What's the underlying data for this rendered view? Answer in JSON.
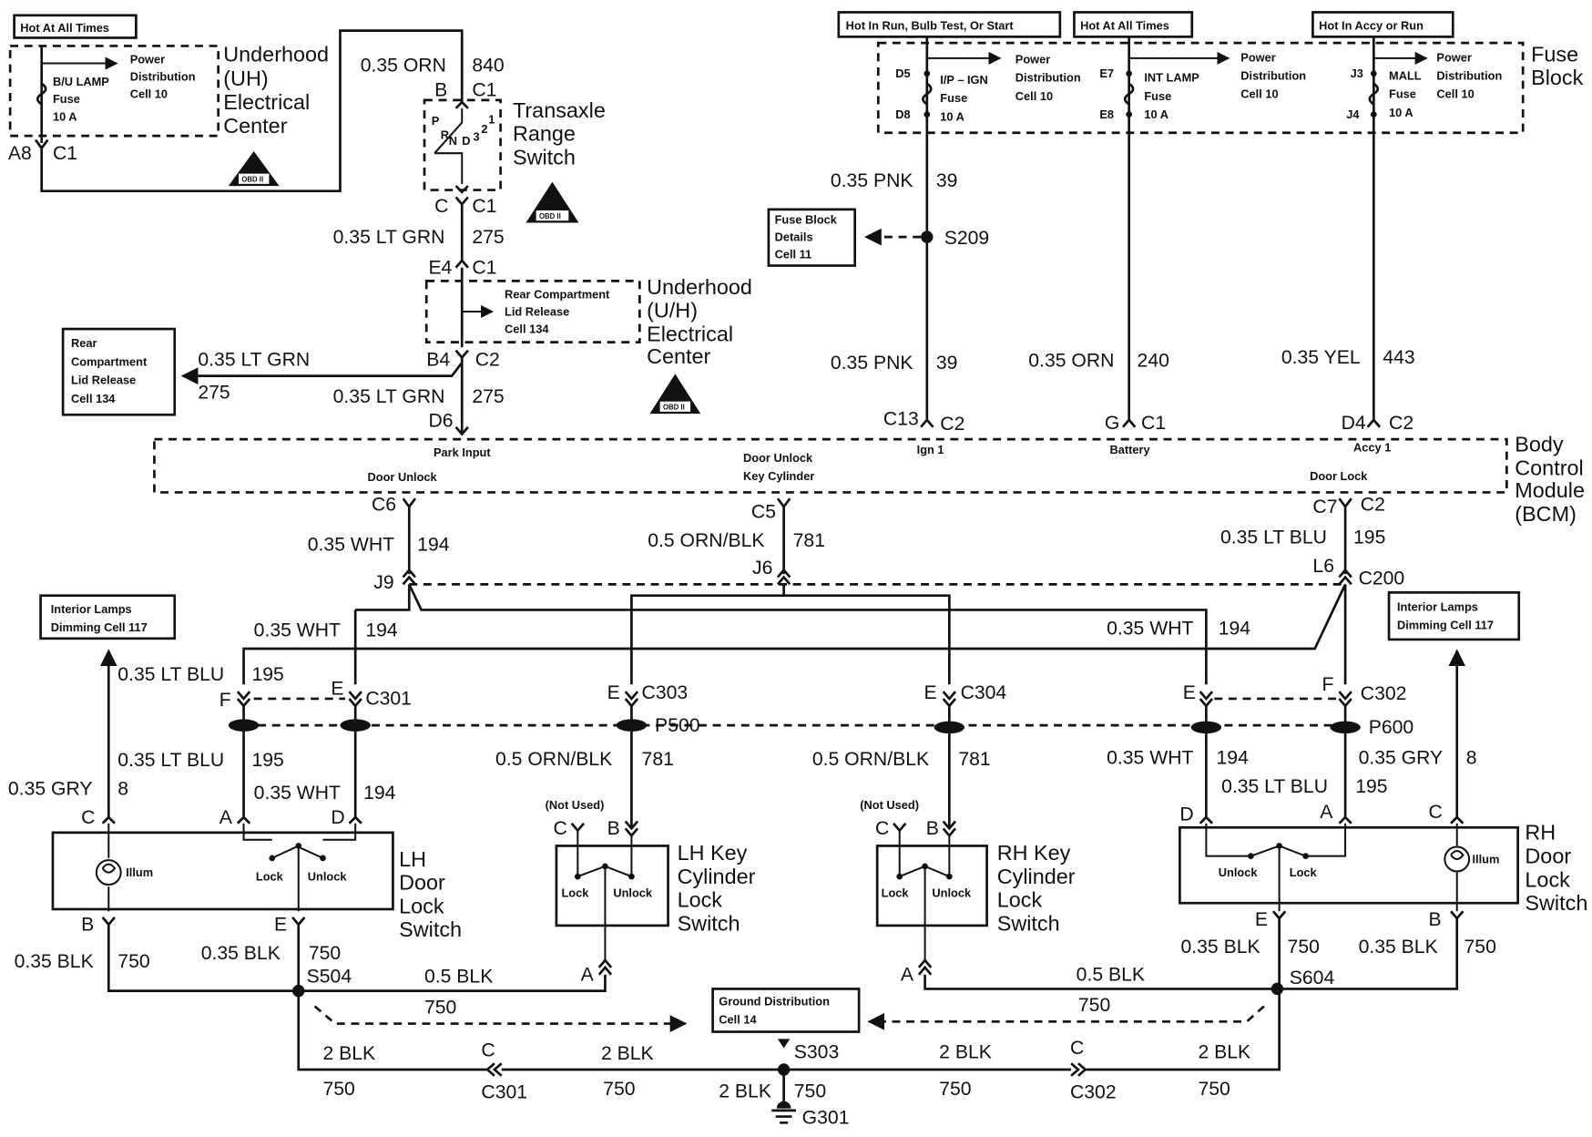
{
  "diagram": {
    "hot_labels": {
      "hot_all_times_left": "Hot At All Times",
      "hot_run": "Hot In Run, Bulb Test, Or Start",
      "hot_all_times_right": "Hot At All Times",
      "hot_accy": "Hot In Accy or Run"
    },
    "uh_center_top": {
      "fuse_name": "B/U LAMP",
      "fuse_word": "Fuse",
      "fuse_rating": "10 A",
      "pd_line1": "Power",
      "pd_line2": "Distribution",
      "pd_line3": "Cell 10",
      "title_line1": "Underhood",
      "title_line2": "(UH)",
      "title_line3": "Electrical",
      "title_line4": "Center",
      "pin": "A8",
      "connector": "C1",
      "obd": "OBD II"
    },
    "transaxle": {
      "title_line1": "Transaxle",
      "title_line2": "Range",
      "title_line3": "Switch",
      "wire": "0.35 ORN",
      "circuit": "840",
      "pin_b": "B",
      "conn_b": "C1",
      "pin_c": "C",
      "conn_c": "C1",
      "gear_p": "P",
      "gear_r": "R",
      "gear_n": "N",
      "gear_d": "D",
      "gear_3": "3",
      "gear_2": "2",
      "gear_1": "1",
      "obd": "OBD II"
    },
    "ltgrn_wires": {
      "wire1": "0.35 LT GRN",
      "circuit1": "275",
      "pin_e4": "E4",
      "conn_e4": "C1",
      "rear_lid_line1": "Rear Compartment",
      "rear_lid_line2": "Lid Release",
      "rear_lid_line3": "Cell 134",
      "uh_title_line1": "Underhood",
      "uh_title_line2": "(U/H)",
      "uh_title_line3": "Electrical",
      "uh_title_line4": "Center",
      "pin_b4": "B4",
      "conn_b4": "C2",
      "wire_left": "0.35 LT GRN",
      "circuit_left": "275",
      "left_box_line1": "Rear",
      "left_box_line2": "Compartment",
      "left_box_line3": "Lid Release",
      "left_box_line4": "Cell 134",
      "wire2": "0.35 LT GRN",
      "circuit2": "275",
      "pin_d6": "D6",
      "obd": "OBD II"
    },
    "fuse_block": {
      "title_line1": "Fuse",
      "title_line2": "Block",
      "f1_pin_top": "D5",
      "f1_pin_bot": "D8",
      "f1_name": "I/P – IGN",
      "f1_word": "Fuse",
      "f1_rating": "10 A",
      "f2_pin_top": "E7",
      "f2_pin_bot": "E8",
      "f2_name": "INT LAMP",
      "f2_word": "Fuse",
      "f2_rating": "10 A",
      "f3_pin_top": "J3",
      "f3_pin_bot": "J4",
      "f3_name": "MALL",
      "f3_word": "Fuse",
      "f3_rating": "10 A",
      "pd_line1": "Power",
      "pd_line2": "Distribution",
      "pd_line3": "Cell 10"
    },
    "bcm_feeds": {
      "pnk_wire1": "0.35 PNK",
      "pnk_circuit1": "39",
      "splice": "S209",
      "fbd_line1": "Fuse Block",
      "fbd_line2": "Details",
      "fbd_line3": "Cell 11",
      "pnk_wire2": "0.35 PNK",
      "pnk_circuit2": "39",
      "orn_wire": "0.35 ORN",
      "orn_circuit": "240",
      "yel_wire": "0.35 YEL",
      "yel_circuit": "443",
      "c13": "C13",
      "c13_conn": "C2",
      "g": "G",
      "g_conn": "C1",
      "d4": "D4",
      "d4_conn": "C2"
    },
    "bcm": {
      "title_line1": "Body",
      "title_line2": "Control",
      "title_line3": "Module",
      "title_line4": "(BCM)",
      "park_input": "Park Input",
      "door_unlock": "Door Unlock",
      "unlock_key_line1": "Door Unlock",
      "unlock_key_line2": "Key Cylinder",
      "ign1": "Ign 1",
      "battery": "Battery",
      "accy1": "Accy 1",
      "door_lock": "Door Lock",
      "c6": "C6",
      "c5": "C5",
      "c7": "C7",
      "c7_conn": "C2"
    },
    "bcm_outputs": {
      "wht_wire": "0.35 WHT",
      "wht_circuit": "194",
      "ornblk_wire": "0.5 ORN/BLK",
      "ornblk_circuit": "781",
      "ltblu_wire": "0.35 LT BLU",
      "ltblu_circuit": "195",
      "j9": "J9",
      "j6": "J6",
      "l6": "L6",
      "c200": "C200",
      "wht_left": "0.35 WHT",
      "wht_left_c": "194",
      "wht_right": "0.35 WHT",
      "wht_right_c": "194"
    },
    "lh_side": {
      "dim_line1": "Interior Lamps",
      "dim_line2": "Dimming Cell 117",
      "ltblu1": "0.35 LT BLU",
      "ltblu1_c": "195",
      "f": "F",
      "e": "E",
      "c301": "C301",
      "ltblu2": "0.35 LT BLU",
      "ltblu2_c": "195",
      "gry": "0.35 GRY",
      "gry_c": "8",
      "wht": "0.35 WHT",
      "wht_c": "194",
      "pin_c": "C",
      "pin_a": "A",
      "pin_d": "D",
      "illum": "Illum",
      "lock": "Lock",
      "unlock": "Unlock",
      "title_line1": "LH",
      "title_line2": "Door",
      "title_line3": "Lock",
      "title_line4": "Switch",
      "pin_b": "B",
      "pin_e": "E",
      "blk1": "0.35 BLK",
      "blk1_c": "750",
      "blk2": "0.35 BLK",
      "blk2_c": "750",
      "s504": "S504"
    },
    "lh_key": {
      "e": "E",
      "c303": "C303",
      "p500": "P500",
      "ornblk": "0.5 ORN/BLK",
      "ornblk_c": "781",
      "not_used": "(Not Used)",
      "pin_c": "C",
      "pin_b": "B",
      "lock": "Lock",
      "unlock": "Unlock",
      "title_line1": "LH Key",
      "title_line2": "Cylinder",
      "title_line3": "Lock",
      "title_line4": "Switch",
      "pin_a": "A",
      "blk": "0.5 BLK",
      "blk_c": "750"
    },
    "rh_key": {
      "e": "E",
      "c304": "C304",
      "ornblk": "0.5 ORN/BLK",
      "ornblk_c": "781",
      "not_used": "(Not Used)",
      "pin_c": "C",
      "pin_b": "B",
      "lock": "Lock",
      "unlock": "Unlock",
      "title_line1": "RH Key",
      "title_line2": "Cylinder",
      "title_line3": "Lock",
      "title_line4": "Switch",
      "pin_a": "A",
      "blk": "0.5 BLK",
      "blk_c": "750"
    },
    "rh_side": {
      "dim_line1": "Interior Lamps",
      "dim_line2": "Dimming Cell 117",
      "e": "E",
      "f": "F",
      "c302": "C302",
      "p600": "P600",
      "wht": "0.35 WHT",
      "wht_c": "194",
      "ltblu": "0.35 LT BLU",
      "ltblu_c": "195",
      "gry": "0.35 GRY",
      "gry_c": "8",
      "pin_d": "D",
      "pin_a": "A",
      "pin_c": "C",
      "unlock": "Unlock",
      "lock": "Lock",
      "illum": "Illum",
      "title_line1": "RH",
      "title_line2": "Door",
      "title_line3": "Lock",
      "title_line4": "Switch",
      "pin_e": "E",
      "pin_b": "B",
      "blk1": "0.35 BLK",
      "blk1_c": "750",
      "blk2": "0.35 BLK",
      "blk2_c": "750",
      "s604": "S604"
    },
    "ground": {
      "gd_line1": "Ground Distribution",
      "gd_line2": "Cell 14",
      "blk_l1": "2 BLK",
      "blk_l1_c": "750",
      "c_l": "C",
      "c301": "C301",
      "blk_l2": "2 BLK",
      "blk_l2_c": "750",
      "s303": "S303",
      "blk_r1": "2 BLK",
      "blk_r1_c": "750",
      "c_r": "C",
      "c302": "C302",
      "blk_r2": "2 BLK",
      "blk_r2_c": "750",
      "blk_down": "2 BLK",
      "blk_down_c": "750",
      "g301": "G301"
    }
  }
}
